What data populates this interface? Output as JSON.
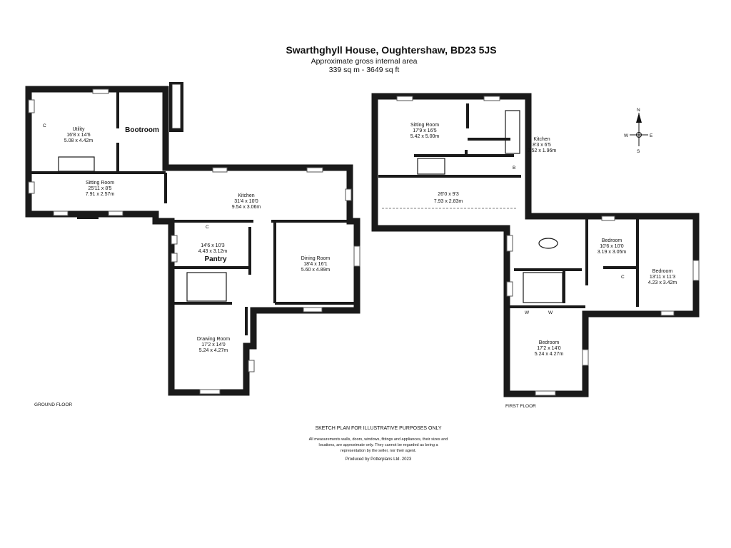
{
  "header": {
    "title": "Swarthghyll House,  Oughtershaw, BD23 5JS",
    "area_label": "Approximate gross internal area",
    "area_value": "339 sq m - 3649 sq ft"
  },
  "ground_floor": {
    "label": "GROUND FLOOR",
    "rooms": [
      {
        "name": "Utility",
        "imperial": "16'8 x 14'6",
        "metric": "5.08 x 4.42m"
      },
      {
        "name": "Bootroom"
      },
      {
        "name": "Sitting Room",
        "imperial": "25'11 x 8'5",
        "metric": "7.91 x 2.57m"
      },
      {
        "name": "Kitchen",
        "imperial": "31'4 x 10'0",
        "metric": "9.54 x 3.06m"
      },
      {
        "name": "Pantry",
        "imperial": "14'6 x 10'3",
        "metric": "4.43 x 3.12m"
      },
      {
        "name": "Dining Room",
        "imperial": "18'4 x 16'1",
        "metric": "5.60 x 4.89m"
      },
      {
        "name": "Drawing Room",
        "imperial": "17'2 x 14'0",
        "metric": "5.24 x 4.27m"
      }
    ],
    "markers": {
      "cupboard": "C"
    }
  },
  "first_floor": {
    "label": "FIRST FLOOR",
    "rooms": [
      {
        "name": "Sitting Room",
        "imperial": "17'9 x 16'5",
        "metric": "5.42 x 5.00m"
      },
      {
        "name": "Kitchen",
        "imperial": "8'3 x 6'5",
        "metric": "2.52 x 1.96m"
      },
      {
        "name": "",
        "imperial": "26'0 x 9'3",
        "metric": "7.93 x 2.83m"
      },
      {
        "name": "Bedroom",
        "imperial": "10'6 x 10'0",
        "metric": "3.19 x 3.05m"
      },
      {
        "name": "Bedroom",
        "imperial": "13'11 x 11'3",
        "metric": "4.23 x 3.42m"
      },
      {
        "name": "Bedroom",
        "imperial": "17'2 x 14'0",
        "metric": "5.24 x 4.27m"
      }
    ],
    "markers": {
      "boiler": "B",
      "cupboard": "C",
      "wardrobe": "W"
    }
  },
  "compass": {
    "n": "N",
    "s": "S",
    "e": "E",
    "w": "W"
  },
  "footer": {
    "disclaimer_heading": "SKETCH PLAN FOR ILLUSTRATIVE PURPOSES ONLY",
    "disclaimer_line1": "All measurements walls, doors, windows, fittings and appliances, their sizes and",
    "disclaimer_line2": "locations, are approximate only. They cannot be regarded as being a",
    "disclaimer_line3": "representation by the seller, nor their agent.",
    "producer": "Produced by Potterplans Ltd. 2023"
  }
}
